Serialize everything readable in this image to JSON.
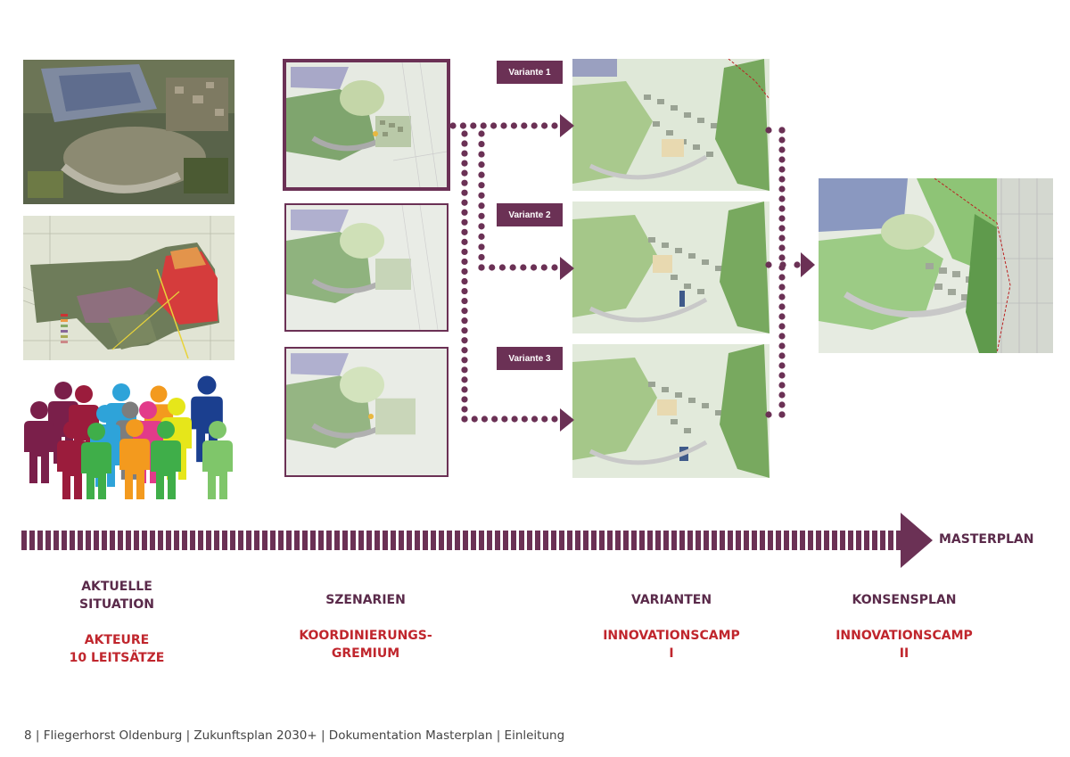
{
  "variants": [
    "Variante 1",
    "Variante 2",
    "Variante 3"
  ],
  "timeline": {
    "end_label": "MASTERPLAN"
  },
  "stages": [
    {
      "title": "AKTUELLE\nSITUATION",
      "sub": "AKTEURE\n10 LEITSÄTZE"
    },
    {
      "title": "SZENARIEN",
      "sub": "KOORDINIERUNGS-\nGREMIUM"
    },
    {
      "title": "VARIANTEN",
      "sub": "INNOVATIONSCAMP\nI"
    },
    {
      "title": "KONSENSPLAN",
      "sub": "INNOVATIONSCAMP\nII"
    }
  ],
  "footer": "8 | Fliegerhorst Oldenburg | Zukunftsplan 2030+ | Dokumentation Masterplan | Einleitung",
  "colors": {
    "accent": "#6b3155",
    "accent_red": "#c0262d",
    "people": [
      "#7a1f4a",
      "#9b1c3c",
      "#2ea3d9",
      "#f39a1e",
      "#1b3f8f",
      "#e6e61a",
      "#e23b8a",
      "#7d7d7d",
      "#3fae49",
      "#7fc66a",
      "#8cc46b"
    ]
  }
}
